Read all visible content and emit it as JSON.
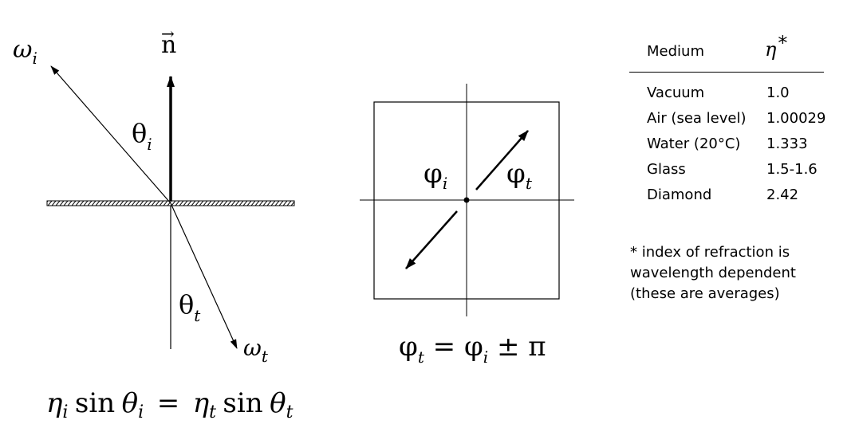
{
  "diagram": {
    "normal_symbol": "n",
    "normal_arrow": "→",
    "incident_direction": "ω",
    "incident_subscript": "i",
    "transmitted_direction": "ω",
    "transmitted_subscript": "t",
    "incident_angle": "θ",
    "incident_angle_subscript": "i",
    "transmitted_angle": "θ",
    "transmitted_angle_subscript": "t",
    "snell_eta_i": "η",
    "snell_sub_i": "i",
    "snell_sin_1": "sin",
    "snell_theta_1": "θ",
    "snell_sub_theta_1": "i",
    "snell_equals": "=",
    "snell_eta_t": "η",
    "snell_sub_t": "t",
    "snell_sin_2": "sin",
    "snell_theta_2": "θ",
    "snell_sub_theta_2": "t"
  },
  "azimuth": {
    "phi_i": "φ",
    "phi_i_sub": "i",
    "phi_t": "φ",
    "phi_t_sub": "t",
    "eq_lhs": "φ",
    "eq_lhs_sub": "t",
    "eq_mid": "=",
    "eq_rhs": "φ",
    "eq_rhs_sub": "i",
    "eq_tail": "± π"
  },
  "table": {
    "header_medium": "Medium",
    "header_eta": "η",
    "header_star": "*",
    "rows": [
      {
        "medium": "Vacuum",
        "value": "1.0"
      },
      {
        "medium": "Air (sea level)",
        "value": "1.00029"
      },
      {
        "medium": "Water (20°C)",
        "value": "1.333"
      },
      {
        "medium": "Glass",
        "value": "1.5-1.6"
      },
      {
        "medium": "Diamond",
        "value": "2.42"
      }
    ],
    "note_lines": [
      "* index of refraction is",
      "wavelength dependent",
      "(these are averages)"
    ]
  }
}
